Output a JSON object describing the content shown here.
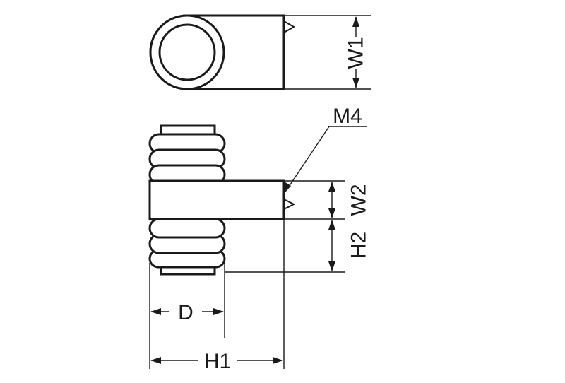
{
  "labels": {
    "w1": "W1",
    "w2": "W2",
    "h2": "H2",
    "m4": "M4",
    "d": "D",
    "h1": "H1"
  },
  "colors": {
    "line": "#1a1a1a",
    "background": "#ffffff"
  }
}
